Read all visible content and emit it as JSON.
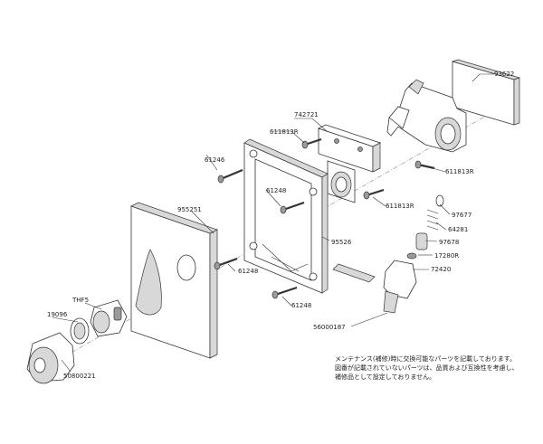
{
  "parts": [
    {
      "id": "p-93622",
      "label": "93622"
    },
    {
      "id": "p-742721",
      "label": "742721"
    },
    {
      "id": "p-611813r-a",
      "label": "611813R"
    },
    {
      "id": "p-611813r-b",
      "label": "611813R"
    },
    {
      "id": "p-611813r-c",
      "label": "611813R"
    },
    {
      "id": "p-61246-a",
      "label": "61246"
    },
    {
      "id": "p-61248-a",
      "label": "61248"
    },
    {
      "id": "p-61248-b",
      "label": "61248"
    },
    {
      "id": "p-61248-c",
      "label": "61248"
    },
    {
      "id": "p-955251",
      "label": "955251"
    },
    {
      "id": "p-95526",
      "label": "95526"
    },
    {
      "id": "p-97677",
      "label": "97677"
    },
    {
      "id": "p-64281",
      "label": "64281"
    },
    {
      "id": "p-97678",
      "label": "97678"
    },
    {
      "id": "p-17280r",
      "label": "17280R"
    },
    {
      "id": "p-72420",
      "label": "72420"
    },
    {
      "id": "p-56000187",
      "label": "56000187"
    },
    {
      "id": "p-thf5",
      "label": "THF5"
    },
    {
      "id": "p-19096",
      "label": "19096"
    },
    {
      "id": "p-50800221",
      "label": "50800221"
    }
  ],
  "note": {
    "line1": "メンテナンス(補修)時に交換可能なパーツを記載しております。",
    "line2": "図番が記載されていないパーツは、品質および互換性を考慮し、",
    "line3": "補修品として設定しておりません。"
  }
}
